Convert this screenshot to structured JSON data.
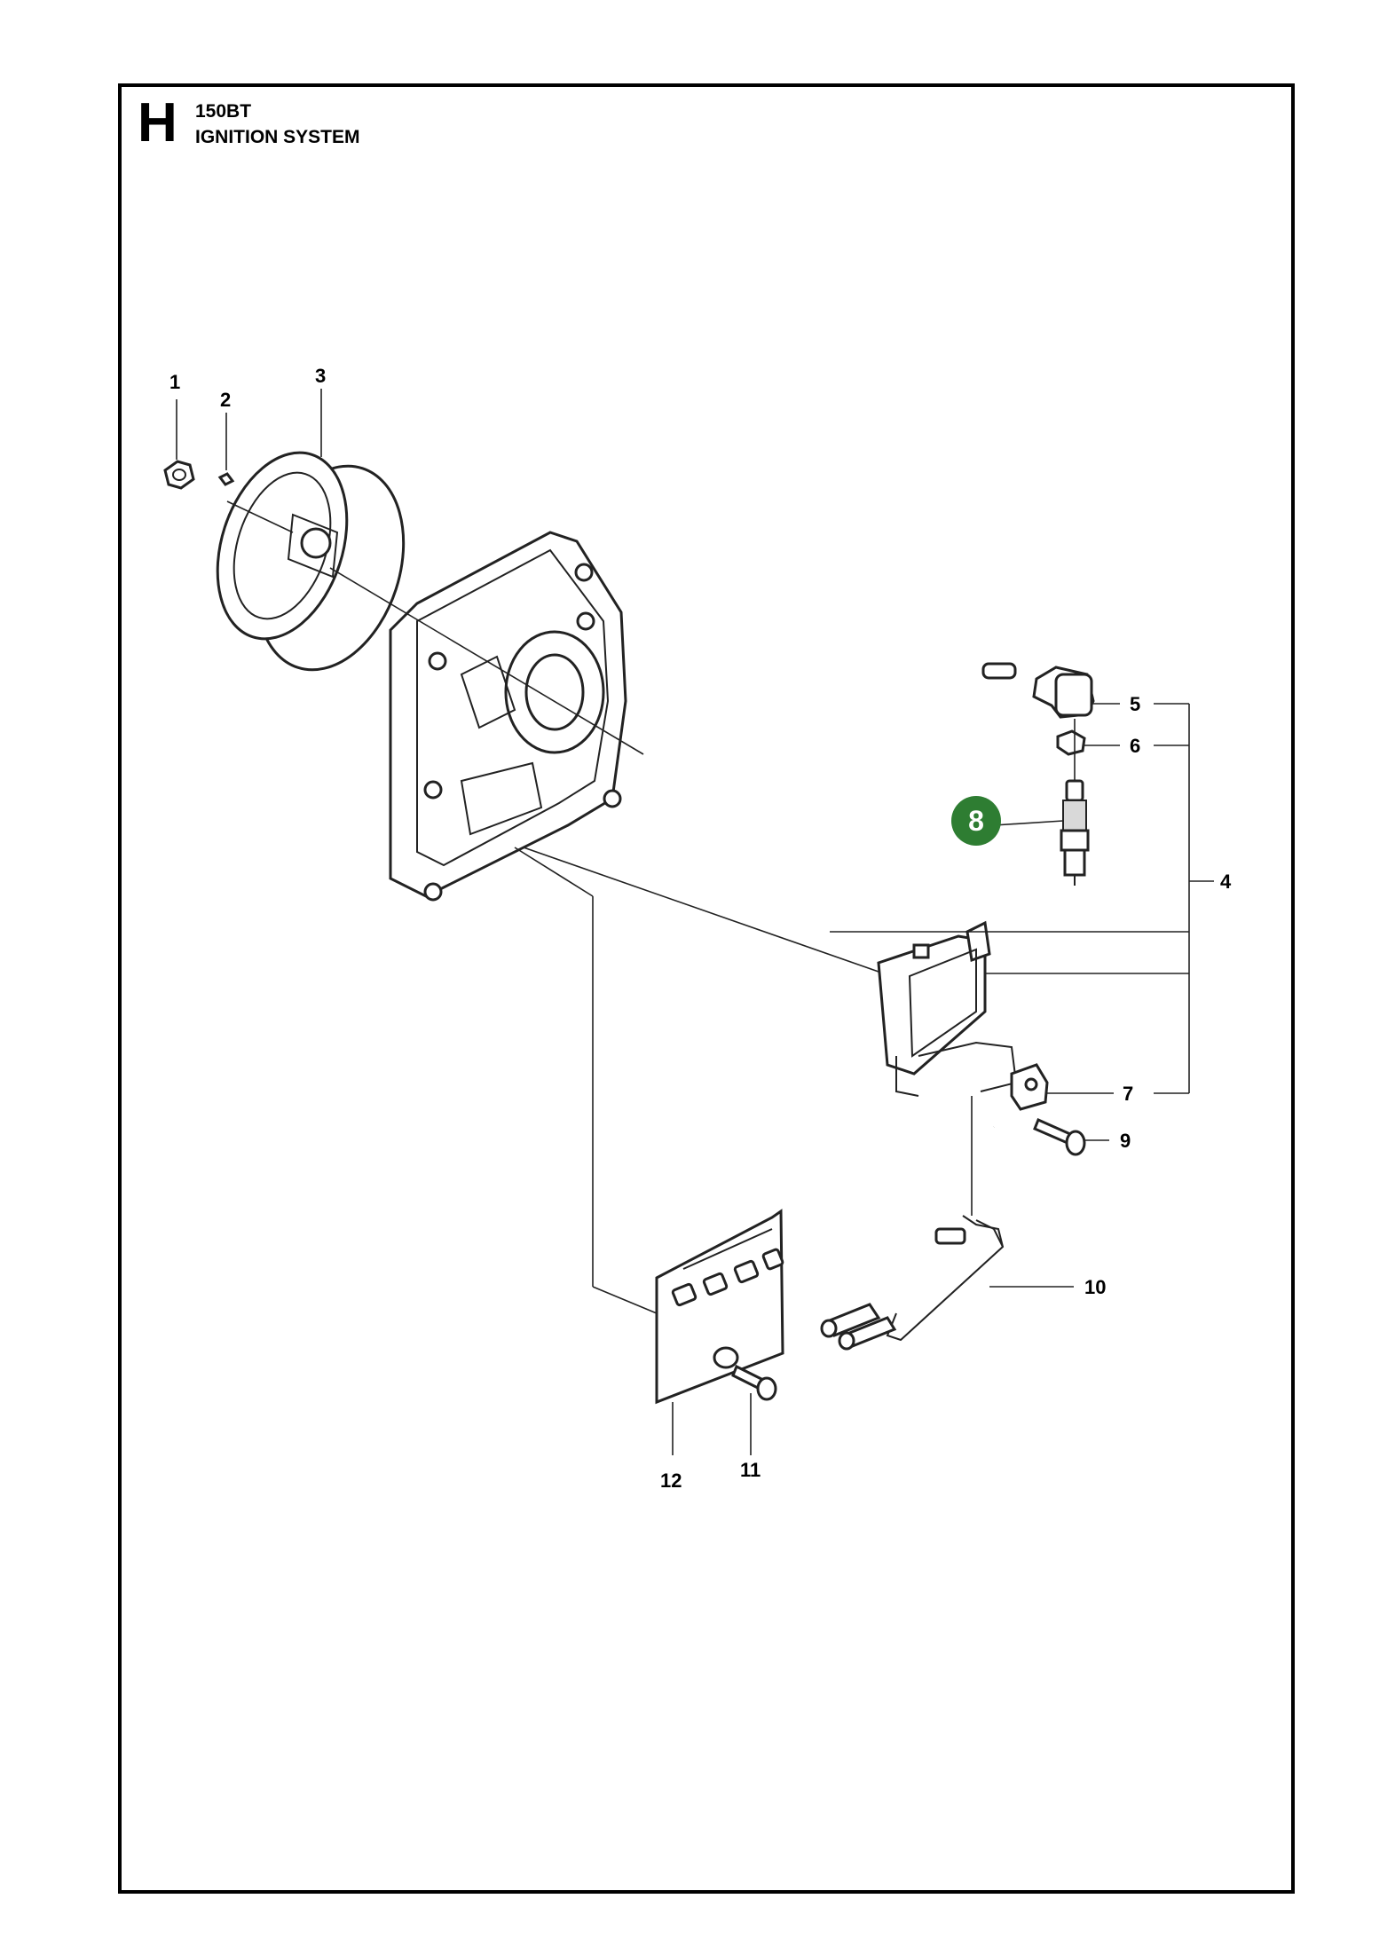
{
  "header": {
    "section_letter": "H",
    "model": "150BT",
    "system": "IGNITION SYSTEM"
  },
  "callouts": [
    {
      "number": "1",
      "name": "callout-1"
    },
    {
      "number": "2",
      "name": "callout-2"
    },
    {
      "number": "3",
      "name": "callout-3"
    },
    {
      "number": "4",
      "name": "callout-4"
    },
    {
      "number": "5",
      "name": "callout-5"
    },
    {
      "number": "6",
      "name": "callout-6"
    },
    {
      "number": "7",
      "name": "callout-7"
    },
    {
      "number": "8",
      "name": "callout-8-highlighted"
    },
    {
      "number": "9",
      "name": "callout-9"
    },
    {
      "number": "10",
      "name": "callout-10"
    },
    {
      "number": "11",
      "name": "callout-11"
    },
    {
      "number": "12",
      "name": "callout-12"
    }
  ],
  "highlight": {
    "part_number": "8",
    "badge_color": "#2e7d32",
    "text_color": "#ffffff"
  },
  "colors": {
    "line": "#222222",
    "frame": "#000000"
  }
}
